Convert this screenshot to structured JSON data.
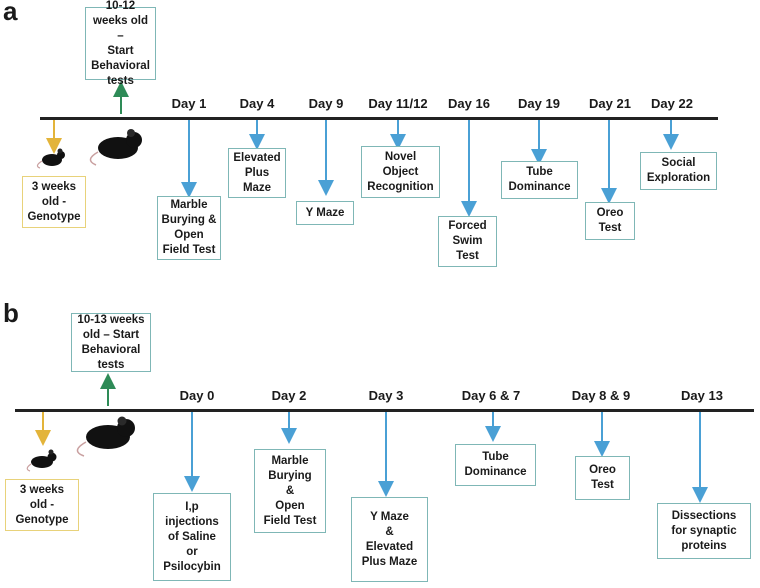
{
  "colors": {
    "blue": "#4aa0d5",
    "green": "#2e8b57",
    "yellow": "#e3b43a",
    "axis": "#222222"
  },
  "panel_a": {
    "label": "a",
    "start_box": "10-12\nweeks old –\nStart\nBehavioral\ntests",
    "genotype_box": "3 weeks\nold -\nGenotype",
    "days": [
      "Day 1",
      "Day 4",
      "Day 9",
      "Day 11/12",
      "Day 16",
      "Day 19",
      "Day 21",
      "Day 22"
    ],
    "tests": [
      "Marble\nBurying &\nOpen\nField Test",
      "Elevated\nPlus\nMaze",
      "Y Maze",
      "Novel\nObject\nRecognition",
      "Forced\nSwim\nTest",
      "Tube\nDominance",
      "Oreo\nTest",
      "Social\nExploration"
    ]
  },
  "panel_b": {
    "label": "b",
    "start_box": "10-13 weeks\nold – Start\nBehavioral\ntests",
    "genotype_box": "3 weeks\nold -\nGenotype",
    "days": [
      "Day 0",
      "Day 2",
      "Day 3",
      "Day 6 & 7",
      "Day 8 & 9",
      "Day 13"
    ],
    "tests": [
      "I,p\ninjections\nof Saline\nor\nPsilocybin",
      "Marble\nBurying\n&\nOpen\nField Test",
      "Y Maze\n&\nElevated\nPlus Maze",
      "Tube\nDominance",
      "Oreo\nTest",
      "Dissections\nfor synaptic\nproteins"
    ]
  }
}
